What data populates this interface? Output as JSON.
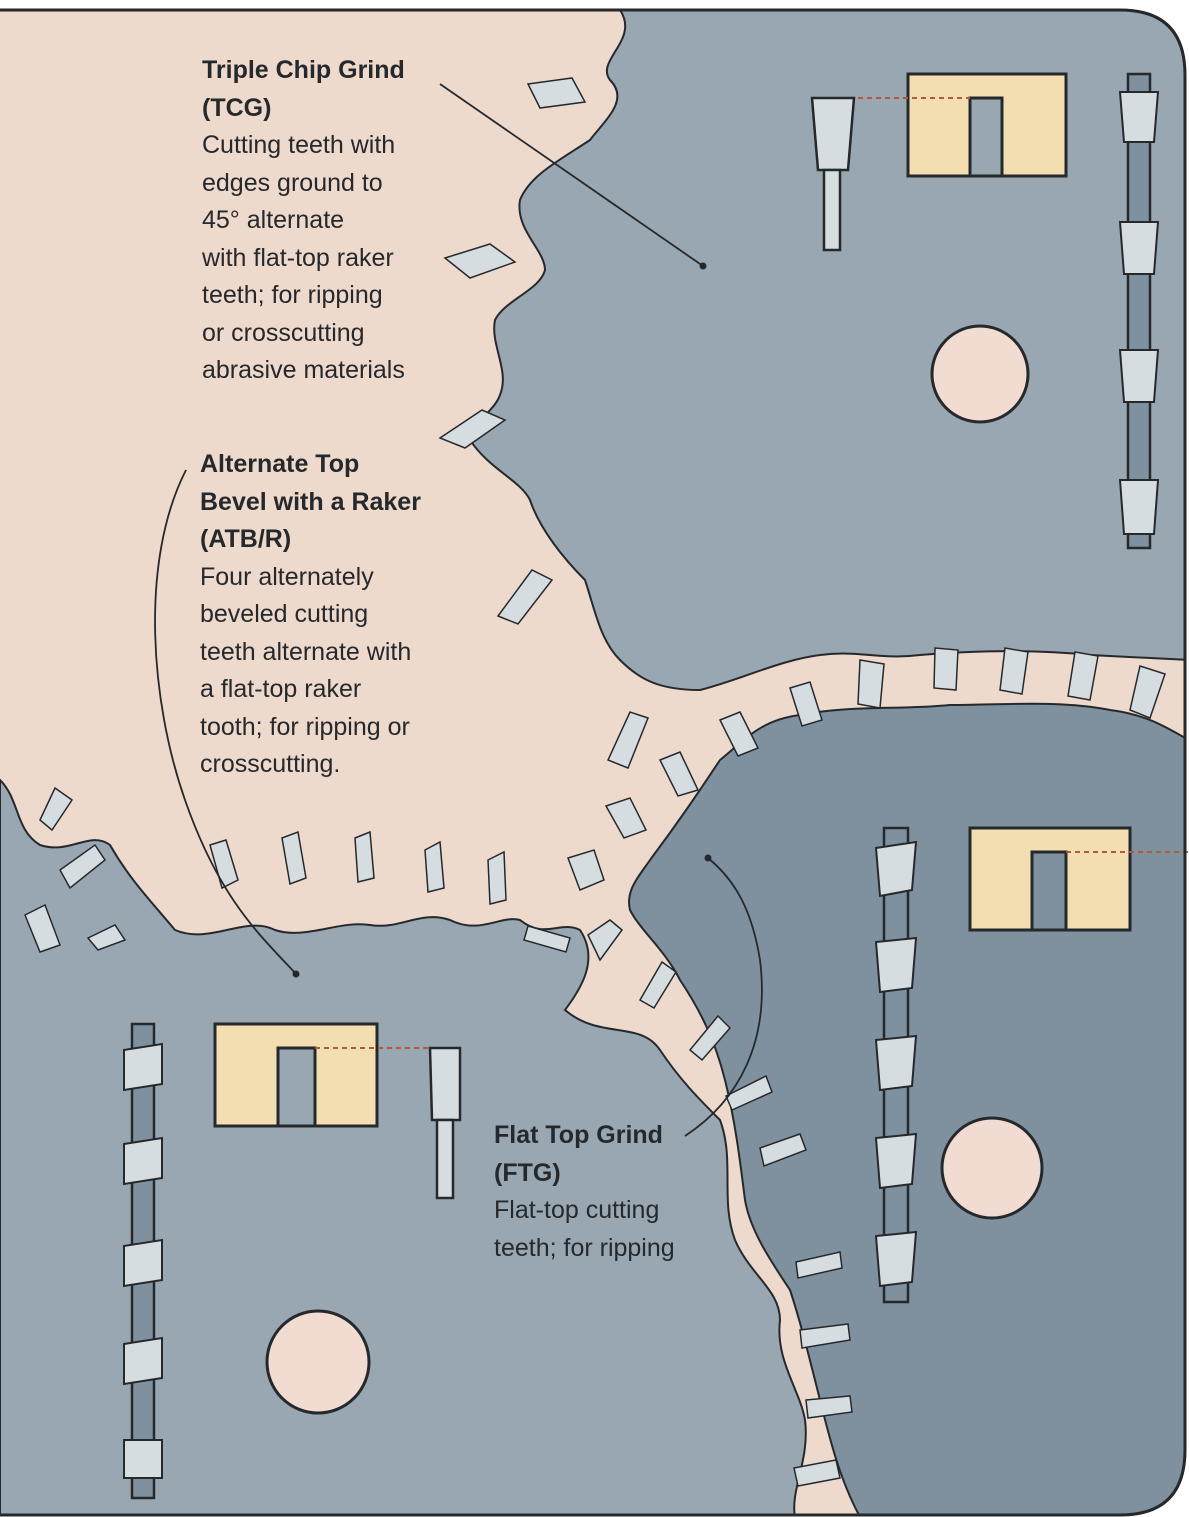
{
  "callouts": {
    "tcg": {
      "title_lines": [
        "Triple Chip Grind",
        "(TCG)"
      ],
      "desc_lines": [
        "Cutting teeth with",
        "edges ground to",
        "45° alternate",
        "with flat-top raker",
        "teeth; for ripping",
        "or crosscutting",
        "abrasive materials"
      ]
    },
    "atbr": {
      "title_lines": [
        "Alternate Top",
        "Bevel with a Raker",
        "(ATB/R)"
      ],
      "desc_lines": [
        "Four alternately",
        "beveled cutting",
        "teeth alternate with",
        "a flat-top raker",
        "tooth; for ripping or",
        "crosscutting."
      ]
    },
    "ftg": {
      "title_lines": [
        "Flat Top Grind",
        "(FTG)"
      ],
      "desc_lines": [
        "Flat-top cutting",
        "teeth; for ripping"
      ]
    }
  },
  "colors": {
    "background": "#eed9cd",
    "blade": "#98a7b2",
    "blade_shadow": "#7f909e",
    "carbide_tip": "#d6dde1",
    "wood": "#f3deb2",
    "arbor_hole": "#f2dcd1",
    "ink": "#26292c",
    "kerf_line": "#b05a3a"
  },
  "icons": [
    "saw-blade-tcg",
    "saw-blade-atbr",
    "saw-blade-ftg",
    "wood-kerf-block",
    "tooth-profile",
    "tooth-row-edge-view",
    "arbor-hole"
  ]
}
